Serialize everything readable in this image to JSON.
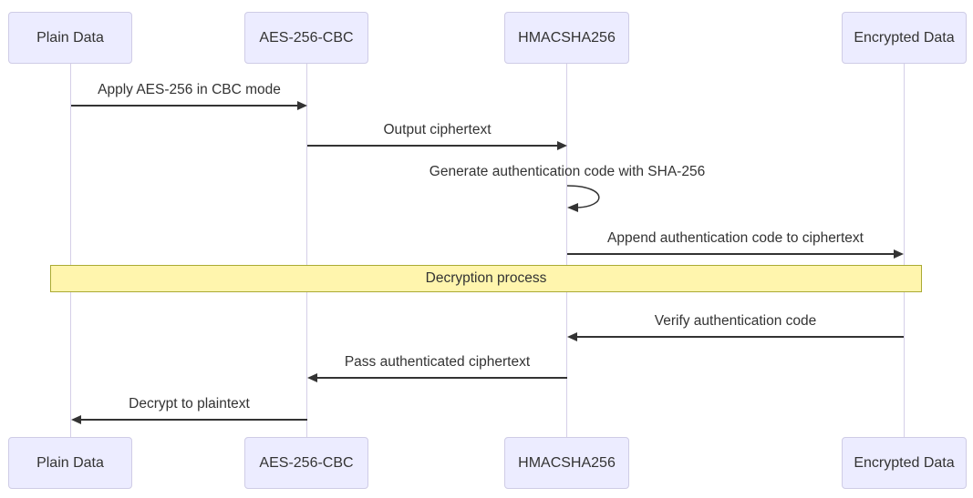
{
  "diagram": {
    "type": "sequence-diagram",
    "actors": [
      {
        "id": "plain-data",
        "label": "Plain Data"
      },
      {
        "id": "aes-256-cbc",
        "label": "AES-256-CBC"
      },
      {
        "id": "hmacsha256",
        "label": "HMACSHA256"
      },
      {
        "id": "encrypted-data",
        "label": "Encrypted Data"
      }
    ],
    "messages": [
      {
        "text": "Apply AES-256 in CBC mode",
        "from": "Plain Data",
        "to": "AES-256-CBC",
        "direction": "right"
      },
      {
        "text": "Output ciphertext",
        "from": "AES-256-CBC",
        "to": "HMACSHA256",
        "direction": "right"
      },
      {
        "text": "Generate authentication code with SHA-256",
        "from": "HMACSHA256",
        "to": "HMACSHA256",
        "direction": "self"
      },
      {
        "text": "Append authentication code to ciphertext",
        "from": "HMACSHA256",
        "to": "Encrypted Data",
        "direction": "right"
      },
      {
        "text": "Verify authentication code",
        "from": "Encrypted Data",
        "to": "HMACSHA256",
        "direction": "left"
      },
      {
        "text": "Pass authenticated ciphertext",
        "from": "HMACSHA256",
        "to": "AES-256-CBC",
        "direction": "left"
      },
      {
        "text": "Decrypt to plaintext",
        "from": "AES-256-CBC",
        "to": "Plain Data",
        "direction": "left"
      }
    ],
    "note": {
      "text": "Decryption process",
      "span": "all-actors"
    },
    "colors": {
      "background": "#FFFFFF",
      "actor_fill": "#ECECFF",
      "actor_border": "#CFCCE6",
      "lifeline": "#D5CFE8",
      "arrow": "#333333",
      "text": "#333333",
      "note_fill": "#FFF5AD",
      "note_border": "#AAAA33"
    }
  }
}
